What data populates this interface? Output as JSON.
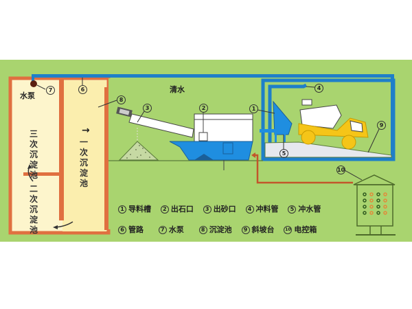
{
  "diagram": {
    "title": "Sand-stone separator water recycling system",
    "colors": {
      "background": "#a9d46f",
      "pool_wall": "#e07040",
      "pool_fill_light": "#fdf5cc",
      "pool_fill_primary": "#fbeeae",
      "pipe_blue": "#1f7fc9",
      "truck_yellow": "#f5c518",
      "control_line": "#c2552b"
    },
    "labels": {
      "clear_water": "清水",
      "pump": "水泵",
      "primary_pool": "一次沉淀池",
      "secondary_pool": "二次沉淀池",
      "tertiary_pool": "三次沉淀池",
      "flow_arrow": "→"
    },
    "callouts": [
      {
        "id": "1",
        "text": "1"
      },
      {
        "id": "2",
        "text": "2"
      },
      {
        "id": "3",
        "text": "3"
      },
      {
        "id": "4",
        "text": "4"
      },
      {
        "id": "5",
        "text": "5"
      },
      {
        "id": "6",
        "text": "6"
      },
      {
        "id": "7",
        "text": "7"
      },
      {
        "id": "8",
        "text": "8"
      },
      {
        "id": "9",
        "text": "9"
      },
      {
        "id": "10",
        "text": "10"
      }
    ],
    "legend": {
      "row1": [
        {
          "num": "1",
          "label": "导料槽"
        },
        {
          "num": "2",
          "label": "出石口"
        },
        {
          "num": "3",
          "label": "出砂口"
        },
        {
          "num": "4",
          "label": "冲料管"
        },
        {
          "num": "5",
          "label": "冲水管"
        }
      ],
      "row2": [
        {
          "num": "6",
          "label": "管路"
        },
        {
          "num": "7",
          "label": "水泵"
        },
        {
          "num": "8",
          "label": "沉淀池"
        },
        {
          "num": "9",
          "label": "斜坡台"
        },
        {
          "num": "10",
          "label": "电控箱"
        }
      ]
    }
  }
}
